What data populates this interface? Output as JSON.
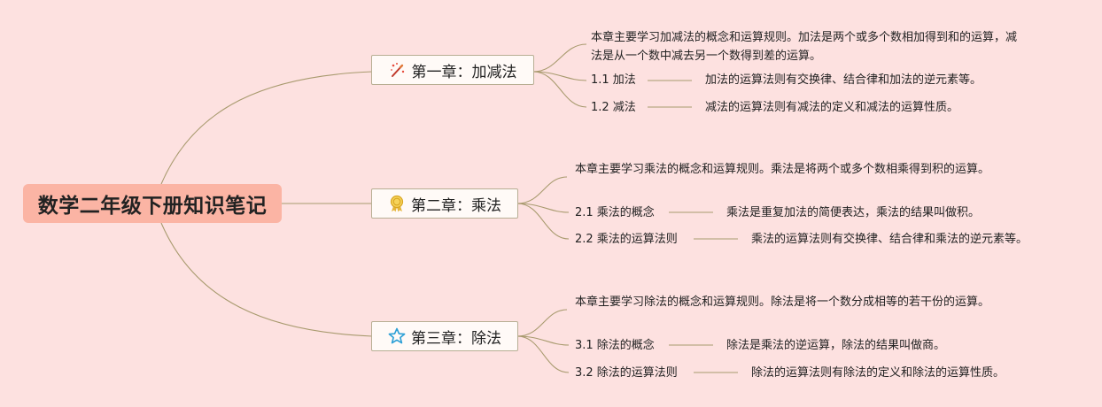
{
  "root": {
    "title": "数学二年级下册知识笔记"
  },
  "chapters": [
    {
      "title": "第一章：加减法",
      "icon": "magic-wand-icon",
      "intro": "本章主要学习加减法的概念和运算规则。加法是两个或多个数相加得到和的运算，减法是从一个数中减去另一个数得到差的运算。",
      "sections": [
        {
          "label": "1.1 加法",
          "detail": "加法的运算法则有交换律、结合律和加法的逆元素等。"
        },
        {
          "label": "1.2 减法",
          "detail": "减法的运算法则有减法的定义和减法的运算性质。"
        }
      ]
    },
    {
      "title": "第二章：乘法",
      "icon": "medal-icon",
      "intro": "本章主要学习乘法的概念和运算规则。乘法是将两个或多个数相乘得到积的运算。",
      "sections": [
        {
          "label": "2.1 乘法的概念",
          "detail": "乘法是重复加法的简便表达，乘法的结果叫做积。"
        },
        {
          "label": "2.2 乘法的运算法则",
          "detail": "乘法的运算法则有交换律、结合律和乘法的逆元素等。"
        }
      ]
    },
    {
      "title": "第三章：除法",
      "icon": "star-icon",
      "intro": "本章主要学习除法的概念和运算规则。除法是将一个数分成相等的若干份的运算。",
      "sections": [
        {
          "label": "3.1 除法的概念",
          "detail": "除法是乘法的逆运算，除法的结果叫做商。"
        },
        {
          "label": "3.2 除法的运算法则",
          "detail": "除法的运算法则有除法的定义和除法的运算性质。"
        }
      ]
    }
  ],
  "colors": {
    "background": "#fde1e0",
    "root_fill": "#fbb4a4",
    "link": "#a89a6e",
    "node_border": "#b8ae93"
  }
}
